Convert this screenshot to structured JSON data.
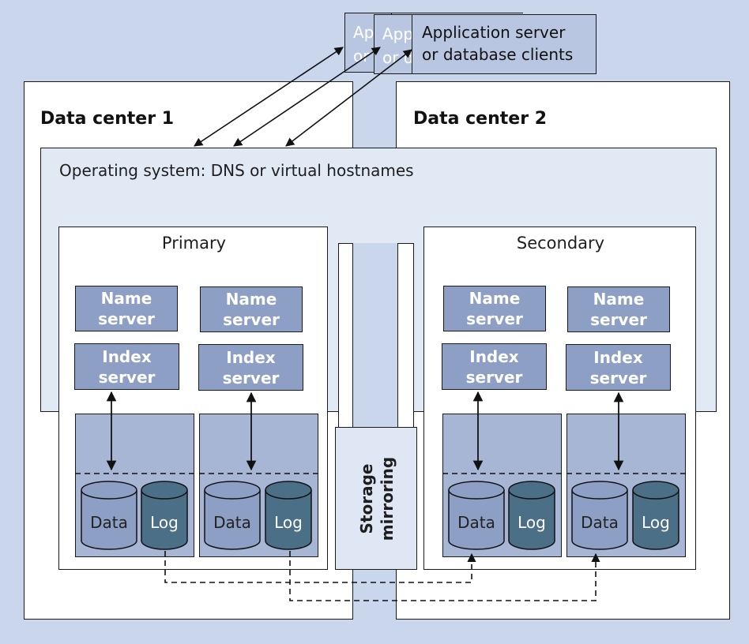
{
  "clients": {
    "stack_label_fragments": [
      "Appl",
      "or d",
      "Appl",
      "or d"
    ],
    "main_label_line1": "Application server",
    "main_label_line2": "or database clients"
  },
  "data_centers": [
    {
      "title": "Data center 1"
    },
    {
      "title": "Data center 2"
    }
  ],
  "os_layer": {
    "label": "Operating system: DNS or virtual hostnames"
  },
  "nodes": [
    {
      "label": "Primary",
      "hosts": [
        {
          "name_server": [
            "Name",
            "server"
          ],
          "index_server": [
            "Index",
            "server"
          ],
          "data": "Data",
          "log": "Log"
        },
        {
          "name_server": [
            "Name",
            "server"
          ],
          "index_server": [
            "Index",
            "server"
          ],
          "data": "Data",
          "log": "Log"
        }
      ]
    },
    {
      "label": "Secondary",
      "hosts": [
        {
          "name_server": [
            "Name",
            "server"
          ],
          "index_server": [
            "Index",
            "server"
          ],
          "data": "Data",
          "log": "Log"
        },
        {
          "name_server": [
            "Name",
            "server"
          ],
          "index_server": [
            "Index",
            "server"
          ],
          "data": "Data",
          "log": "Log"
        }
      ]
    }
  ],
  "storage": {
    "line1": "Storage",
    "line2": "mirroring"
  },
  "colors": {
    "background": "#c9d6ec",
    "os_layer": "#e1e9f5",
    "server_box": "#8d9fc4",
    "volume": "#a8b6d5",
    "data_cylinder": "#8d9fc4",
    "log_cylinder": "#4b6f86",
    "client_box": "#b9c6e1"
  }
}
